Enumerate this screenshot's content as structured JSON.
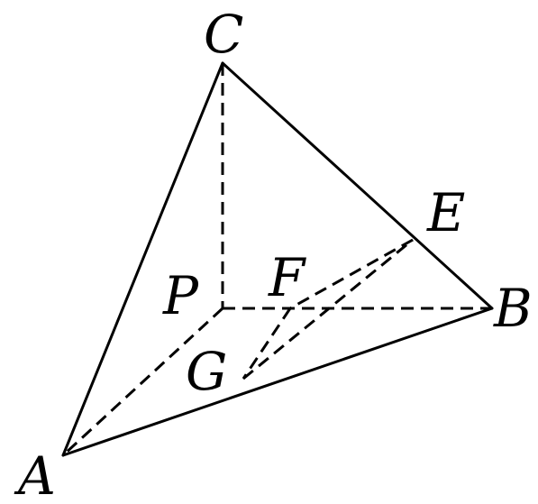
{
  "diagram": {
    "points": {
      "A": "A",
      "B": "B",
      "C": "C",
      "E": "E",
      "F": "F",
      "G": "G",
      "P": "P"
    }
  }
}
